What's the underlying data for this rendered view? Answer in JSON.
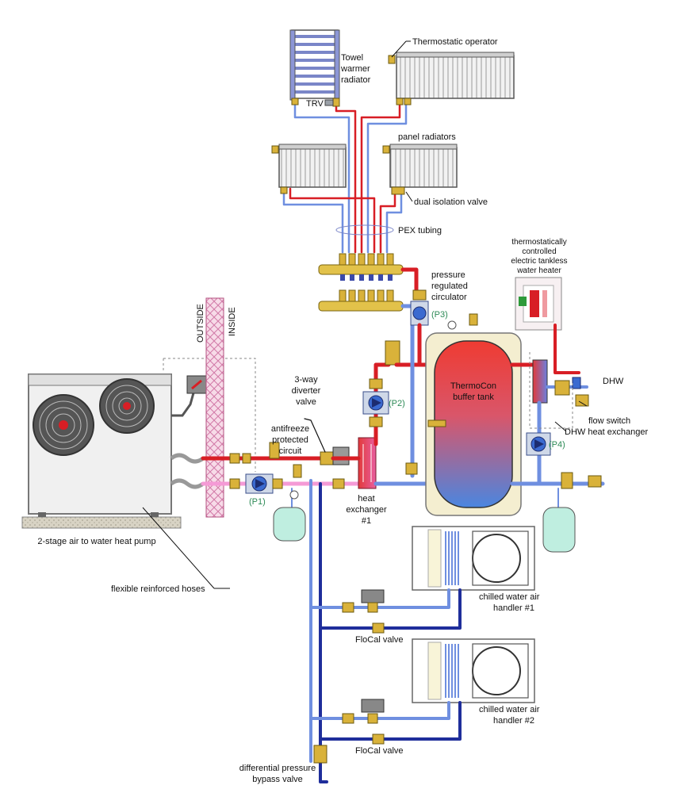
{
  "labels": {
    "towel_warmer": [
      "Towel",
      "warmer",
      "radiator"
    ],
    "thermostatic_operator": "Thermostatic operator",
    "trv": "TRV",
    "panel_radiators": "panel radiators",
    "dual_isolation_valve": "dual isolation valve",
    "pex_tubing": "PEX tubing",
    "pressure_regulated_circulator": [
      "pressure",
      "regulated",
      "circulator"
    ],
    "p3": "(P3)",
    "electric_heater": [
      "thermostatically",
      "controlled",
      "electric tankless",
      "water heater"
    ],
    "outside": "OUTSIDE",
    "inside": "INSIDE",
    "three_way_diverter": [
      "3-way",
      "diverter",
      "valve"
    ],
    "antifreeze": [
      "antifreeze",
      "protected",
      "circuit"
    ],
    "p2": "(P2)",
    "buffer_tank": [
      "ThermoCon",
      "buffer tank"
    ],
    "dhw": "DHW",
    "flow_switch": "flow switch",
    "dhw_heat_exchanger": "DHW heat exchanger",
    "p4": "(P4)",
    "p1": "(P1)",
    "heat_exchanger_1": [
      "heat",
      "exchanger",
      "#1"
    ],
    "heat_pump": "2-stage air to water heat pump",
    "flexible_hoses": "flexible reinforced hoses",
    "air_handler_1": [
      "chilled water air",
      "handler #1"
    ],
    "air_handler_2": [
      "chilled water air",
      "handler #2"
    ],
    "flocal_1": "FloCal valve",
    "flocal_2": "FloCal valve",
    "diff_pressure": [
      "differential pressure",
      "bypass valve"
    ]
  },
  "colors": {
    "hot": "#d81e25",
    "cold": "#6f8fe0",
    "cold_dark": "#1f2e9b",
    "antifreeze_pink": "#f59ad6",
    "brass": "#d9b23a",
    "label_green": "#2e8b57",
    "tank_top": "#ef3b32",
    "tank_bottom": "#4a86e0"
  }
}
